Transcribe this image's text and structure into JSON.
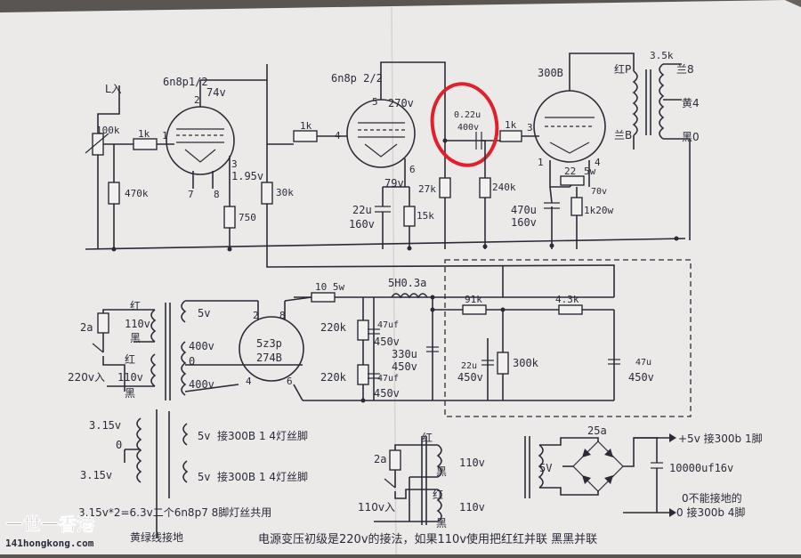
{
  "colors": {
    "paper": "#eceae8",
    "ink": "#2b2b38",
    "highlight": "#e0202a",
    "logo": "#f5a000"
  },
  "labels": {
    "in_L": "L入",
    "pot": "100k",
    "r_1k_a": "1k",
    "r_470k": "470k",
    "tube1": "6n8p1/2",
    "t1_p2": "2",
    "t1_74v": "74v",
    "t1_p1": "1",
    "t1_p3": "3",
    "t1_p7": "7",
    "t1_p8": "8",
    "t1_195v": "1.95v",
    "r_750": "750",
    "r_30k": "30k",
    "r_1k_b": "1k",
    "tube2": "6n8p 2/2",
    "t2_p5": "5",
    "t2_270v": "270v",
    "t2_p4": "4",
    "t2_p6": "6",
    "t2_79v": "79v",
    "c_22u": "22u",
    "c_160v": "160v",
    "r_15k": "15k",
    "r_27k": "27k",
    "cc_022u": "0.22u",
    "cc_400v": "400v",
    "r_240k": "240k",
    "r_1k_c": "1k",
    "tube3": "300B",
    "t3_p3": "3",
    "t3_p1": "1",
    "t3_p4": "4",
    "t3_22": "22",
    "t3_5w": "5w",
    "t3_70v": "70v",
    "c_470u": "470u",
    "c_160v_b": "160v",
    "r_1k20w": "1k20w",
    "ot_35k": "3.5k",
    "ot_red": "红P",
    "ot_8": "兰8",
    "ot_4": "黄4",
    "ot_blue": "兰B",
    "ot_0": "黑0",
    "r_10_5w": "10 5w",
    "choke": "5H0.3a",
    "ps_5v": "5v",
    "ps_400v_a": "400v",
    "ps_0": "0",
    "ps_400v_b": "400v",
    "rect": "5z3p",
    "rect_sub": "274B",
    "rect_p2": "2",
    "rect_p8": "8",
    "rect_p4": "4",
    "rect_p6": "6",
    "r_220k_a": "220k",
    "r_220k_b": "220k",
    "c_47uf_a": "47uf",
    "c_450v_a": "450v",
    "c_47uf_b": "47uf",
    "c_450v_b": "450v",
    "c_330u": "330u",
    "c_450v_c": "450v",
    "r_91k": "91k",
    "r_43k": "4.3k",
    "c_22u_b": "22u",
    "c_450v_d": "450v",
    "r_300k": "300k",
    "c_47u": "47u",
    "c_450v_e": "450v",
    "pri_2a": "2a",
    "pri_red1": "红",
    "pri_110v1": "110v",
    "pri_black1": "黑",
    "pri_red2": "红",
    "pri_220v": "220v入",
    "pri_110v2": "110v",
    "pri_black2": "黑",
    "fil_315a": "3.15v",
    "fil_0": "0",
    "fil_315b": "3.15v",
    "fil_5v_a": "5v",
    "fil_300b_a": "接300B 1 4灯丝脚",
    "fil_5v_b": "5v",
    "fil_300b_b": "接300B 1 4灯丝脚",
    "fil_note": "3.15v*2=6.3v二个6n8p7 8脚灯丝共用",
    "ground_note": "黄绿线接地",
    "p2_2a": "2a",
    "p2_red1": "红",
    "p2_black1": "黑",
    "p2_110v1": "110v",
    "p2_red2": "红",
    "p2_black2": "黑",
    "p2_110v2": "110v",
    "p2_in": "110v入",
    "bridge_25a": "25a",
    "bridge_5v": "5V",
    "bridge_out": "+5v 接300b 1脚",
    "bridge_cap": "10000uf16v",
    "bridge_note1": "0不能接地的",
    "bridge_note2": "0 接300b 4脚",
    "bottom_note": "电源变压初级是220v的接法，如果110v使用把红红并联 黑黑并联",
    "logo_cn": "一世一香港",
    "logo_url": "141hongkong.com"
  }
}
